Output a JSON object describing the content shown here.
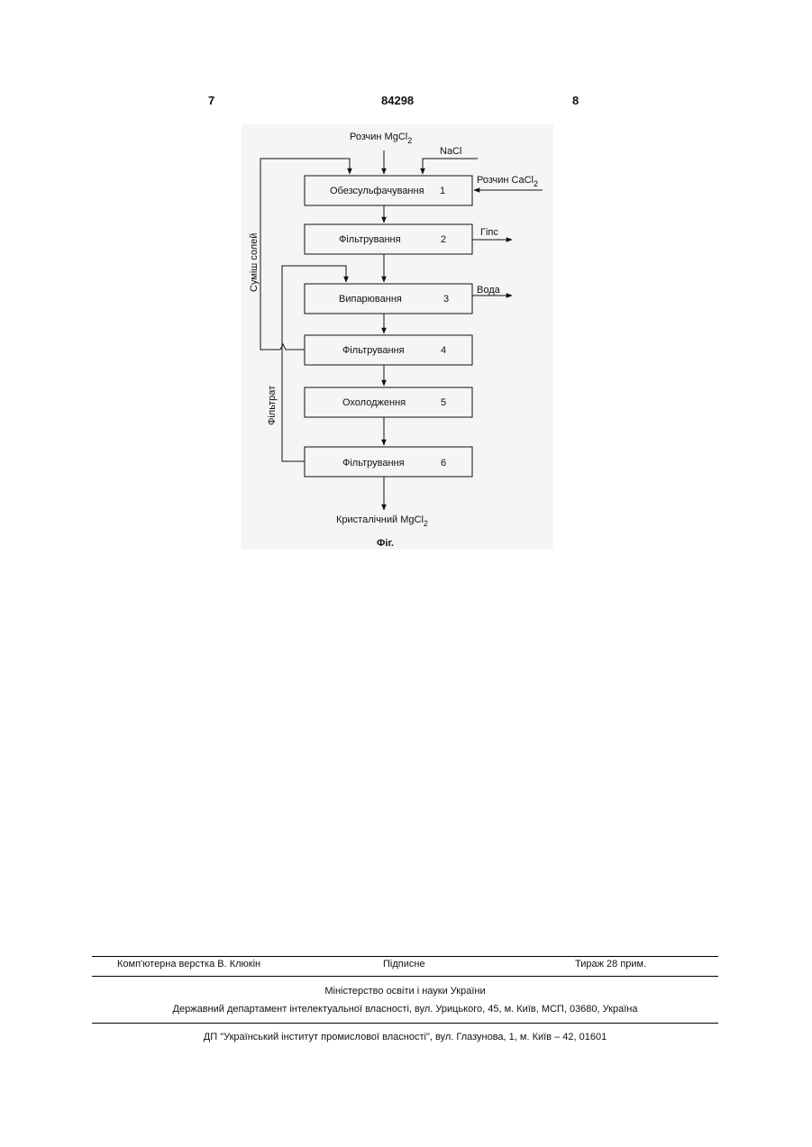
{
  "header": {
    "page_left": "7",
    "patent_number": "84298",
    "page_right": "8"
  },
  "diagram": {
    "input_top": "Розчин MgCl",
    "input_top_sub": "2",
    "input_nacl": "NaCl",
    "input_cacl": "Розчин CaCl",
    "input_cacl_sub": "2",
    "steps": [
      {
        "label": "Обезсульфачування",
        "num": "1"
      },
      {
        "label": "Фільтрування",
        "num": "2"
      },
      {
        "label": "Випарювання",
        "num": "3"
      },
      {
        "label": "Фільтрування",
        "num": "4"
      },
      {
        "label": "Охолодження",
        "num": "5"
      },
      {
        "label": "Фільтрування",
        "num": "6"
      }
    ],
    "out_gips": "Гіпс",
    "out_voda": "Вода",
    "loop_salts": "Суміш солей",
    "loop_filtrate": "Фільтрат",
    "output_bottom": "Кристалічний MgCl",
    "output_bottom_sub": "2",
    "caption": "Фіг."
  },
  "footer": {
    "layout_credit": "Комп'ютерна верстка В. Клюкін",
    "signed": "Підписне",
    "circulation": "Тираж 28 прим.",
    "ministry": "Міністерство освіти і науки України",
    "department": "Державний департамент інтелектуальної власності, вул. Урицького, 45, м. Київ, МСП, 03680, Україна",
    "institute": "ДП \"Український інститут промислової власності\", вул. Глазунова, 1, м. Київ – 42, 01601"
  }
}
